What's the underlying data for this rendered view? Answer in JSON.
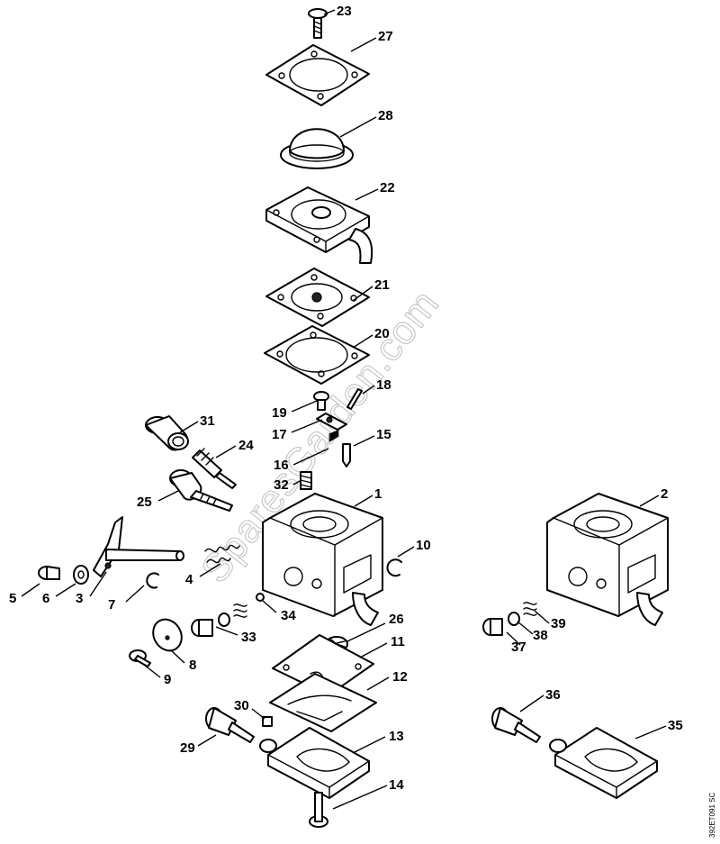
{
  "watermark": "SparesGarden.com",
  "drawing_code": "392ET091 SC",
  "callouts": {
    "c1": "1",
    "c2": "2",
    "c3": "3",
    "c4": "4",
    "c5": "5",
    "c6": "6",
    "c7": "7",
    "c8": "8",
    "c9": "9",
    "c10": "10",
    "c11": "11",
    "c12": "12",
    "c13": "13",
    "c14": "14",
    "c15": "15",
    "c16": "16",
    "c17": "17",
    "c18": "18",
    "c19": "19",
    "c20": "20",
    "c21": "21",
    "c22": "22",
    "c23": "23",
    "c24": "24",
    "c25": "25",
    "c26": "26",
    "c27": "27",
    "c28": "28",
    "c29": "29",
    "c30": "30",
    "c31": "31",
    "c32": "32",
    "c33": "33",
    "c34": "34",
    "c35": "35",
    "c36": "36",
    "c37": "37",
    "c38": "38",
    "c39": "39"
  }
}
